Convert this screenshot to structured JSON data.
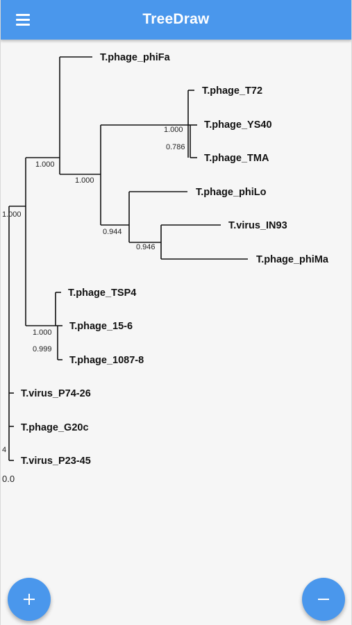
{
  "app": {
    "title": "TreeDraw"
  },
  "tree": {
    "leaves": [
      {
        "label": "T.phage_phiFa"
      },
      {
        "label": "T.phage_T72"
      },
      {
        "label": "T.phage_YS40"
      },
      {
        "label": "T.phage_TMA"
      },
      {
        "label": "T.phage_phiLo"
      },
      {
        "label": "T.virus_IN93"
      },
      {
        "label": "T.phage_phiMa"
      },
      {
        "label": "T.phage_TSP4"
      },
      {
        "label": "T.phage_15-6"
      },
      {
        "label": "T.phage_1087-8"
      },
      {
        "label": "T.virus_P74-26"
      },
      {
        "label": "T.phage_G20c"
      },
      {
        "label": "T.virus_P23-45"
      }
    ],
    "supports": [
      {
        "value": "1.000"
      },
      {
        "value": "0.786"
      },
      {
        "value": "1.000"
      },
      {
        "value": "1.000"
      },
      {
        "value": "0.944"
      },
      {
        "value": "0.946"
      },
      {
        "value": "1.000"
      },
      {
        "value": "1.000"
      },
      {
        "value": "0.999"
      }
    ],
    "scale_labels": [
      "4",
      "0.0"
    ]
  },
  "fab": {
    "add_icon": "plus-icon",
    "remove_icon": "minus-icon"
  }
}
